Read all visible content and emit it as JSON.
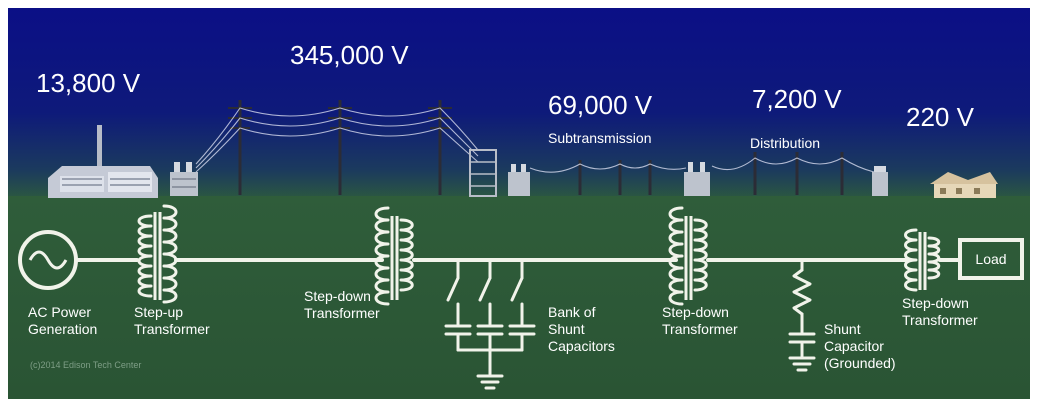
{
  "voltages": {
    "v1": "13,800 V",
    "v2": "345,000 V",
    "v3": "69,000 V",
    "v4": "7,200 V",
    "v5": "220 V"
  },
  "sections": {
    "sub": "Subtransmission",
    "dist": "Distribution"
  },
  "labels": {
    "ac_gen_1": "AC Power",
    "ac_gen_2": "Generation",
    "stepup_1": "Step-up",
    "stepup_2": "Transformer",
    "stepdown1_1": "Step-down",
    "stepdown1_2": "Transformer",
    "bank_1": "Bank of",
    "bank_2": "Shunt",
    "bank_3": "Capacitors",
    "stepdown2_1": "Step-down",
    "stepdown2_2": "Transformer",
    "shunt_1": "Shunt",
    "shunt_2": "Capacitor",
    "shunt_3": "(Grounded)",
    "stepdown3_1": "Step-down",
    "stepdown3_2": "Transformer",
    "load": "Load"
  },
  "copyright": "(c)2014 Edison Tech Center",
  "colors": {
    "sky_top": "#0b0f86",
    "sky_bottom": "#142a66",
    "ground": "#2e5c38",
    "line": "#f1f3ea"
  }
}
